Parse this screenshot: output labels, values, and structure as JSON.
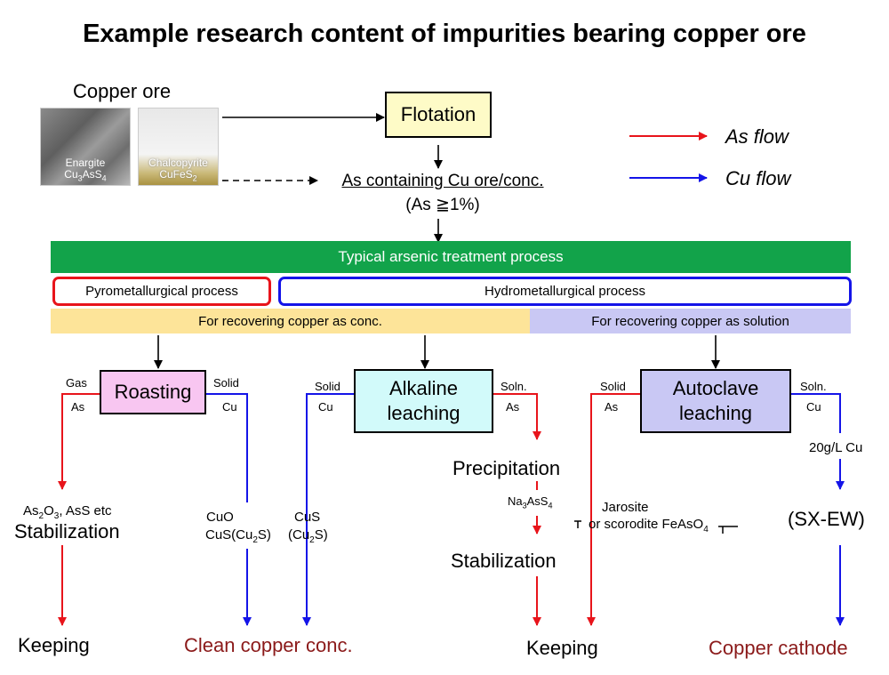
{
  "title": "Example research content of impurities bearing copper ore",
  "ore": {
    "heading": "Copper ore",
    "enargite": {
      "name": "Enargite",
      "formula": "Cu3AsS4"
    },
    "chalcopyrite": {
      "name": "Chalcopyrite",
      "formula": "CuFeS2"
    }
  },
  "flotation": "Flotation",
  "as_conc": {
    "line1": "As containing Cu ore/conc.",
    "line2": "(As ≧1%)"
  },
  "legend": {
    "as_flow": "As flow",
    "cu_flow": "Cu flow",
    "as_color": "#e8141b",
    "cu_color": "#1414e8"
  },
  "bands": {
    "typical": "Typical arsenic treatment process",
    "pyro": "Pyrometallurgical process",
    "hydro": "Hydrometallurgical process",
    "conc": "For recovering copper as conc.",
    "solution": "For recovering copper as solution",
    "green": "#12a34a",
    "yellow": "#fde499",
    "lavender": "#c9c8f4"
  },
  "roasting": {
    "label": "Roasting",
    "gas": "Gas",
    "as": "As",
    "solid": "Solid",
    "cu": "Cu",
    "as_product": "As2O3, AsS etc",
    "stabilization": "Stabilization",
    "keeping": "Keeping",
    "cu_product1": "CuO",
    "cu_product2": "CuS(Cu2S)"
  },
  "alkaline": {
    "line1": "Alkaline",
    "line2": "leaching",
    "solid": "Solid",
    "cu": "Cu",
    "soln": "Soln.",
    "as": "As",
    "cu_product1": "CuS",
    "cu_product2": "(Cu2S)",
    "precipitation": "Precipitation",
    "na3ass4": "Na3AsS4",
    "stabilization": "Stabilization"
  },
  "clean_conc": "Clean copper conc.",
  "autoclave": {
    "line1": "Autoclave",
    "line2": "leaching",
    "solid": "Solid",
    "as": "As",
    "soln": "Soln.",
    "cu": "Cu",
    "jarosite1": "Jarosite",
    "jarosite2": "or scorodite FeAsO4",
    "conc_cu": "20g/L Cu",
    "sxew": "(SX-EW)"
  },
  "keeping2": "Keeping",
  "cathode": "Copper cathode"
}
